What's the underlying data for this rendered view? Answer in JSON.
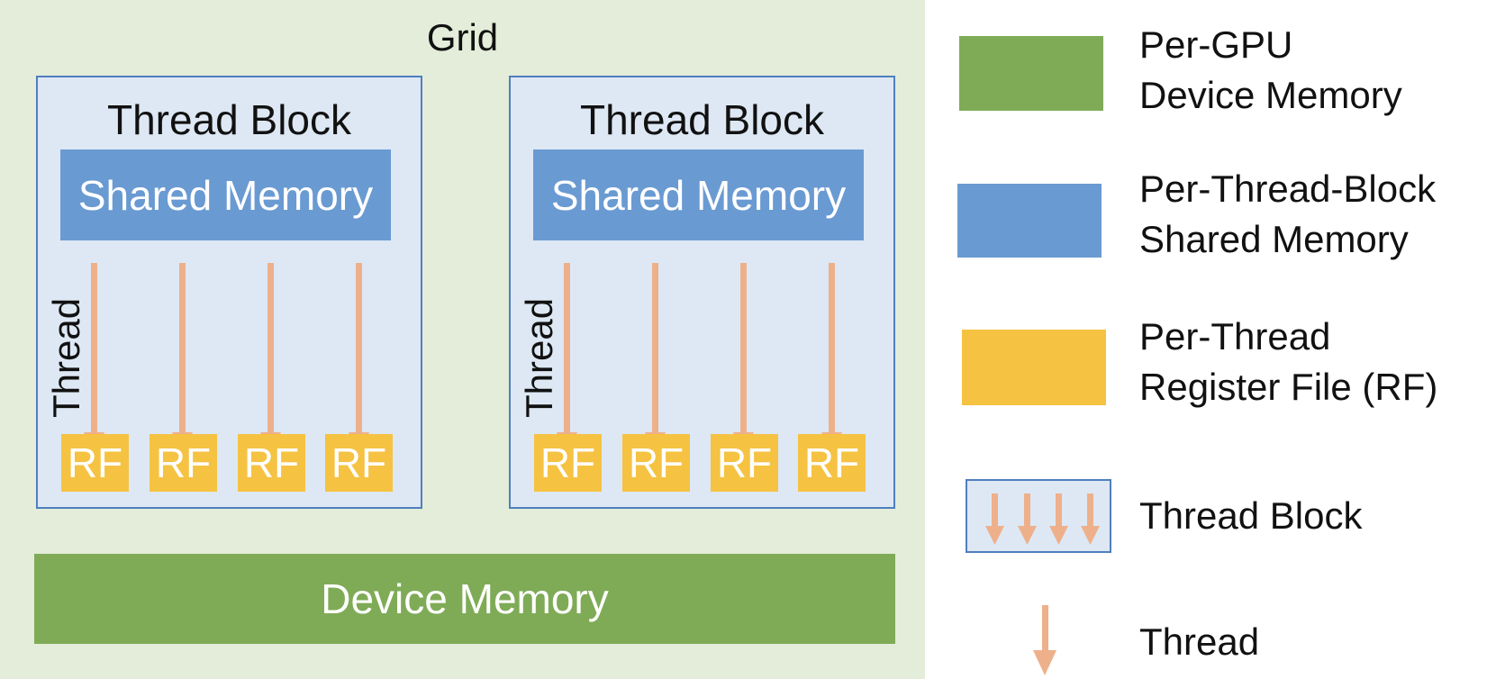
{
  "grid": {
    "title": "Grid"
  },
  "thread_blocks": [
    {
      "title": "Thread Block",
      "shared_memory": "Shared Memory",
      "thread_label": "Thread",
      "rf_labels": [
        "RF",
        "RF",
        "RF",
        "RF"
      ]
    },
    {
      "title": "Thread Block",
      "shared_memory": "Shared Memory",
      "thread_label": "Thread",
      "rf_labels": [
        "RF",
        "RF",
        "RF",
        "RF"
      ]
    }
  ],
  "device_memory": {
    "label": "Device Memory"
  },
  "legend": {
    "items": [
      {
        "line1": "Per-GPU",
        "line2": "Device Memory"
      },
      {
        "line1": "Per-Thread-Block",
        "line2": "Shared Memory"
      },
      {
        "line1": "Per-Thread",
        "line2": "Register File (RF)"
      },
      {
        "line1": "Thread Block",
        "line2": ""
      },
      {
        "line1": "Thread",
        "line2": ""
      }
    ]
  },
  "colors": {
    "grid_bg": "#e3edd9",
    "block_bg": "#dde8f4",
    "block_border": "#4f7fbe",
    "shared_memory": "#6a9ad2",
    "register_file": "#f5c242",
    "device_memory": "#7fab57",
    "thread_arrow": "#eeb08a"
  }
}
